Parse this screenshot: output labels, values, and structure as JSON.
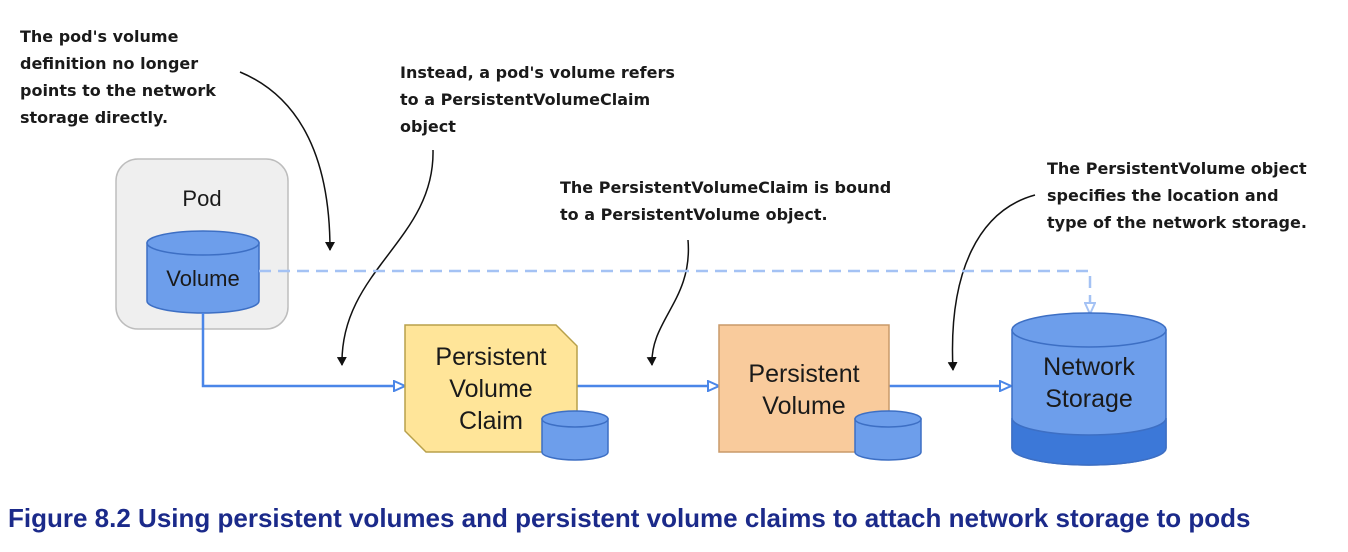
{
  "notes": {
    "pod_volume_line1": "The pod's volume",
    "pod_volume_line2": "definition no longer",
    "pod_volume_line3": "points to the network",
    "pod_volume_line4": "storage directly.",
    "pvc_ref_line1": "Instead, a pod's volume refers",
    "pvc_ref_line2": "to a PersistentVolumeClaim",
    "pvc_ref_line3": "object",
    "bound_line1": "The PersistentVolumeClaim is bound",
    "bound_line2": "to a PersistentVolume object.",
    "pv_spec_line1": "The PersistentVolume object",
    "pv_spec_line2": "specifies the location and",
    "pv_spec_line3": "type of the network storage."
  },
  "pod": {
    "title": "Pod",
    "volume_label": "Volume"
  },
  "pvc": {
    "line1": "Persistent",
    "line2": "Volume",
    "line3": "Claim"
  },
  "pv": {
    "line1": "Persistent",
    "line2": "Volume"
  },
  "storage": {
    "line1": "Network",
    "line2": "Storage"
  },
  "caption": "Figure 8.2 Using persistent volumes and persistent volume claims to attach network storage to pods",
  "colors": {
    "arrow": "#4a86e8",
    "dashed": "#a4c2f4",
    "cylinder": "#6d9eeb",
    "pvc_fill": "#ffe599",
    "pv_fill": "#f9cb9c",
    "pod_fill": "#efefef",
    "caption": "#1b2a8a"
  }
}
